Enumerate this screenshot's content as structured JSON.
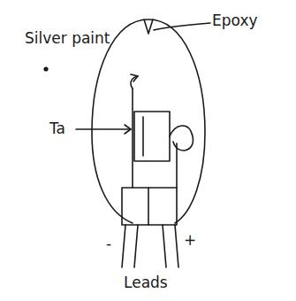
{
  "diagram": {
    "labels": [
      "Silver paint",
      "Epoxy",
      "Ta",
      "-",
      "+",
      "Leads"
    ]
  }
}
